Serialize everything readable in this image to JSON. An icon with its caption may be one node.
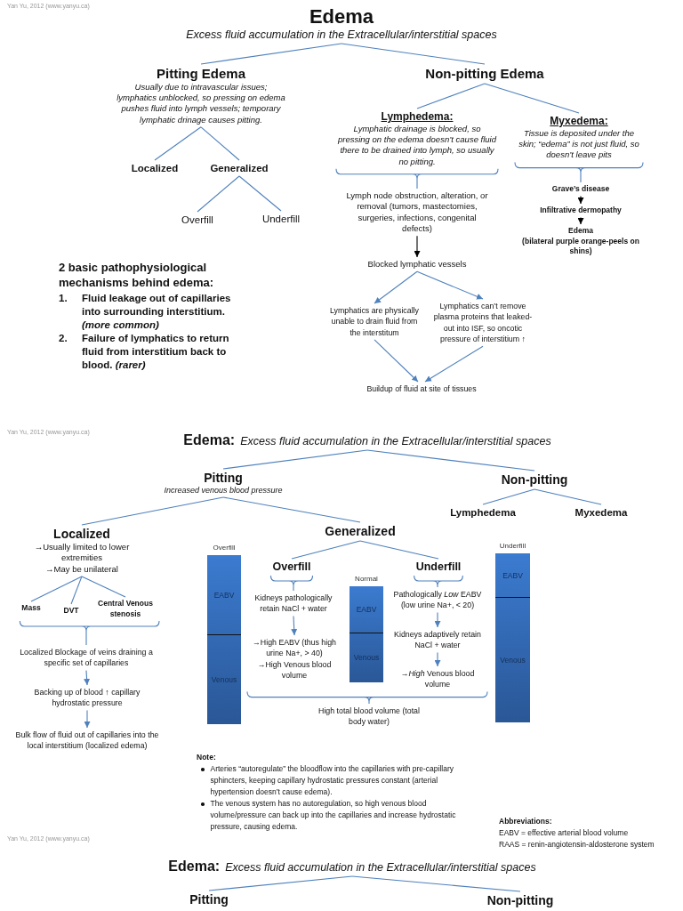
{
  "diagram": {
    "nodes": [
      {
        "text": [
          "Edema",
          "Excess fluid accumulation in the Extracellular/interstitial spaces"
        ]
      },
      {
        "text": [
          "Pitting Edema",
          "Usually due to intravascular issues; lymphatics unblocked, so pressing on edema pushes fluid into lymph vessels; temporary lymphatic drinage causes pitting."
        ]
      },
      {
        "text": [
          "Non-pitting Edema"
        ]
      },
      {
        "text": [
          "Localized"
        ]
      },
      {
        "text": [
          "Generalized"
        ]
      },
      {
        "text": [
          "Overfill"
        ]
      },
      {
        "text": [
          "Underfill"
        ]
      },
      {
        "text": [
          "Lymphedema:",
          "Lymphatic drainage is blocked, so pressing on the edema doesn’t cause fluid there to be drained into lymph, so usually no pitting."
        ]
      },
      {
        "text": [
          "Myxedema:",
          "Tissue is deposited under the skin; “edema” is not just fluid, so doesn’t leave pits"
        ]
      },
      {
        "text": [
          "Lymph node obstruction, alteration, or removal (tumors, mastectomies, surgeries, infections, congenital defects)"
        ]
      },
      {
        "text": [
          "Blocked lymphatic vessels"
        ]
      },
      {
        "text": [
          "Lymphatics are physically unable to drain fluid from the interstitum"
        ]
      },
      {
        "text": [
          "Lymphatics can’t remove plasma proteins that leaked-out into ISF, so oncotic pressure of interstitium ↑"
        ]
      },
      {
        "text": [
          "Buildup of fluid at site of tissues"
        ]
      },
      {
        "text": [
          "Grave’s disease"
        ]
      },
      {
        "text": [
          "Infiltrative dermopathy"
        ]
      },
      {
        "text": [
          "Edema",
          "(bilateral purple orange-peels on shins)"
        ]
      },
      {
        "text": [
          "Edema:",
          "Excess fluid accumulation in the Extracellular/interstitial spaces"
        ]
      },
      {
        "text": [
          "Pitting",
          "Increased venous blood pressure"
        ]
      },
      {
        "text": [
          "Non-pitting"
        ]
      },
      {
        "text": [
          "Lymphedema"
        ]
      },
      {
        "text": [
          "Myxedema"
        ]
      },
      {
        "text": [
          "Localized",
          "→Usually limited to lower extremities",
          "→May be unilateral"
        ]
      },
      {
        "text": [
          "Generalized"
        ]
      },
      {
        "text": [
          "Mass"
        ]
      },
      {
        "text": [
          "DVT"
        ]
      },
      {
        "text": [
          "Central Venous stenosis"
        ]
      },
      {
        "text": [
          "Localized Blockage of veins draining a specific set of capillaries"
        ]
      },
      {
        "text": [
          "Backing up of blood ↑ capillary hydrostatic pressure"
        ]
      },
      {
        "text": [
          "Bulk flow of fluid out of capillaries into the local interstitium (localized edema)"
        ]
      },
      {
        "text": [
          "EABV",
          "Venous"
        ],
        "beside": [
          "Overfill"
        ]
      },
      {
        "text": [
          "Overfill"
        ]
      },
      {
        "text": [
          "Kidneys pathologically retain NaCl + water"
        ]
      },
      {
        "text": [
          "→High EABV (thus high urine Na+, > 40)",
          "→High Venous blood volume"
        ]
      },
      {
        "text": [
          "EABV",
          "Venous"
        ],
        "beside": [
          "Normal"
        ]
      },
      {
        "text": [
          "Underfill"
        ]
      },
      {
        "text": [
          "Pathologically *Low* EABV (low urine Na+, < 20)"
        ]
      },
      {
        "text": [
          "Kidneys adaptively retain NaCl + water"
        ]
      },
      {
        "text": [
          "→*High* Venous blood volume"
        ]
      },
      {
        "text": [
          "EABV",
          "Venous"
        ],
        "beside": [
          "Underfill"
        ]
      },
      {
        "text": [
          "High total blood volume (total body water)"
        ]
      },
      {
        "text": [
          "Edema:",
          "Excess fluid accumulation in the Extracellular/interstitial spaces"
        ]
      },
      {
        "text": [
          "Pitting"
        ]
      },
      {
        "text": [
          "Non-pitting"
        ]
      }
    ],
    "edges": [
      {
        "from": 0,
        "to": 1,
        "arrow": "none"
      },
      {
        "from": 0,
        "to": 2,
        "arrow": "none"
      },
      {
        "from": 1,
        "to": 3,
        "arrow": "none"
      },
      {
        "from": 1,
        "to": 4,
        "arrow": "none"
      },
      {
        "from": 4,
        "to": 5,
        "arrow": "none"
      },
      {
        "from": 4,
        "to": 6,
        "arrow": "none"
      },
      {
        "from": 2,
        "to": 7,
        "arrow": "none"
      },
      {
        "from": 2,
        "to": 8,
        "arrow": "none"
      },
      {
        "from": 7,
        "to": 9,
        "arrow": "none"
      },
      {
        "from": 9,
        "to": 10,
        "arrow": "to",
        "color": "#000000"
      },
      {
        "from": 10,
        "to": 11,
        "arrow": "to"
      },
      {
        "from": 10,
        "to": 12,
        "arrow": "to"
      },
      {
        "from": 11,
        "to": 13,
        "arrow": "to"
      },
      {
        "from": 12,
        "to": 13,
        "arrow": "to"
      },
      {
        "from": 8,
        "to": 14,
        "arrow": "none"
      },
      {
        "from": 14,
        "to": 15,
        "arrow": "to",
        "color": "#000000"
      },
      {
        "from": 15,
        "to": 16,
        "arrow": "to",
        "color": "#000000"
      },
      {
        "from": 17,
        "to": 18,
        "arrow": "none"
      },
      {
        "from": 17,
        "to": 19,
        "arrow": "none"
      },
      {
        "from": 19,
        "to": 20,
        "arrow": "none"
      },
      {
        "from": 19,
        "to": 21,
        "arrow": "none"
      },
      {
        "from": 18,
        "to": 22,
        "arrow": "none"
      },
      {
        "from": 18,
        "to": 23,
        "arrow": "none"
      },
      {
        "from": 22,
        "to": 24,
        "arrow": "none"
      },
      {
        "from": 22,
        "to": 25,
        "arrow": "none"
      },
      {
        "from": 22,
        "to": 26,
        "arrow": "none"
      },
      {
        "from": 24,
        "to": 27,
        "arrow": "none"
      },
      {
        "from": 25,
        "to": 27,
        "arrow": "none"
      },
      {
        "from": 26,
        "to": 27,
        "arrow": "none"
      },
      {
        "from": 27,
        "to": 28,
        "arrow": "to"
      },
      {
        "from": 28,
        "to": 29,
        "arrow": "to"
      },
      {
        "from": 23,
        "to": 31,
        "arrow": "none"
      },
      {
        "from": 23,
        "to": 35,
        "arrow": "none"
      },
      {
        "from": 31,
        "to": 32,
        "arrow": "none"
      },
      {
        "from": 32,
        "to": 33,
        "arrow": "to"
      },
      {
        "from": 35,
        "to": 36,
        "arrow": "none"
      },
      {
        "from": 36,
        "to": 37,
        "arrow": "to"
      },
      {
        "from": 37,
        "to": 38,
        "arrow": "to"
      },
      {
        "from": 33,
        "to": 40,
        "arrow": "none"
      },
      {
        "from": 38,
        "to": 40,
        "arrow": "none"
      },
      {
        "from": 41,
        "to": 42,
        "arrow": "none"
      },
      {
        "from": 41,
        "to": 43,
        "arrow": "none"
      }
    ],
    "labels": [
      "Yan Yu, 2012 (www.yanyu.ca)",
      "2 basic pathophysiological mechanisms behind edema:",
      "1.",
      "Fluid leakage out of capillaries into surrounding interstitium. *(more common)*",
      "2.",
      "Failure of lymphatics to return fluid from interstitium back to blood. *(rarer)*",
      "Yan Yu, 2012 (www.yanyu.ca)",
      "Note:",
      "Arteries “autoregulate” the bloodflow into the capillaries with pre-capillary sphincters, keeping capillary hydrostatic pressures constant (arterial hypertension doesn’t cause edema).",
      "The venous system has no autoregulation, so high venous blood volume/pressure can back up into the capillaries and increase hydrostatic pressure, causing edema.",
      "Abbreviations:",
      "EABV = effective arterial blood volume",
      "RAAS = renin-angiotensin-aldosterone system",
      "Yan Yu, 2012 (www.yanyu.ca)"
    ]
  }
}
